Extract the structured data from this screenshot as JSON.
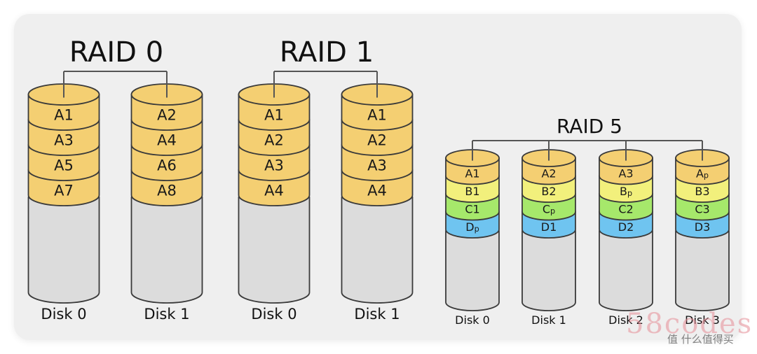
{
  "colors": {
    "background": "#efefef",
    "outline": "#3a3a3a",
    "connector": "#555555",
    "A": "#f4cf72",
    "B": "#f2f07c",
    "C": "#a6e86b",
    "D": "#6fc4f0",
    "empty": "#dcdcdc"
  },
  "arrays": [
    {
      "id": "raid0",
      "title": "RAID 0",
      "disks": [
        {
          "label": "Disk 0",
          "blocks": [
            {
              "text": "A1",
              "color": "A"
            },
            {
              "text": "A3",
              "color": "A"
            },
            {
              "text": "A5",
              "color": "A"
            },
            {
              "text": "A7",
              "color": "A"
            }
          ]
        },
        {
          "label": "Disk 1",
          "blocks": [
            {
              "text": "A2",
              "color": "A"
            },
            {
              "text": "A4",
              "color": "A"
            },
            {
              "text": "A6",
              "color": "A"
            },
            {
              "text": "A8",
              "color": "A"
            }
          ]
        }
      ]
    },
    {
      "id": "raid1",
      "title": "RAID 1",
      "disks": [
        {
          "label": "Disk 0",
          "blocks": [
            {
              "text": "A1",
              "color": "A"
            },
            {
              "text": "A2",
              "color": "A"
            },
            {
              "text": "A3",
              "color": "A"
            },
            {
              "text": "A4",
              "color": "A"
            }
          ]
        },
        {
          "label": "Disk 1",
          "blocks": [
            {
              "text": "A1",
              "color": "A"
            },
            {
              "text": "A2",
              "color": "A"
            },
            {
              "text": "A3",
              "color": "A"
            },
            {
              "text": "A4",
              "color": "A"
            }
          ]
        }
      ]
    },
    {
      "id": "raid5",
      "title": "RAID 5",
      "disks": [
        {
          "label": "Disk 0",
          "blocks": [
            {
              "text": "A1",
              "color": "A"
            },
            {
              "text": "B1",
              "color": "B"
            },
            {
              "text": "C1",
              "color": "C"
            },
            {
              "text": "D",
              "sub": "p",
              "color": "D"
            }
          ]
        },
        {
          "label": "Disk 1",
          "blocks": [
            {
              "text": "A2",
              "color": "A"
            },
            {
              "text": "B2",
              "color": "B"
            },
            {
              "text": "C",
              "sub": "p",
              "color": "C"
            },
            {
              "text": "D1",
              "color": "D"
            }
          ]
        },
        {
          "label": "Disk 2",
          "blocks": [
            {
              "text": "A3",
              "color": "A"
            },
            {
              "text": "B",
              "sub": "p",
              "color": "B"
            },
            {
              "text": "C2",
              "color": "C"
            },
            {
              "text": "D2",
              "color": "D"
            }
          ]
        },
        {
          "label": "Disk 3",
          "blocks": [
            {
              "text": "A",
              "sub": "p",
              "color": "A"
            },
            {
              "text": "B3",
              "color": "B"
            },
            {
              "text": "C3",
              "color": "C"
            },
            {
              "text": "D3",
              "color": "D"
            }
          ]
        }
      ]
    }
  ],
  "watermark": {
    "text1": "58codes",
    "text2": "值 什么值得买"
  }
}
